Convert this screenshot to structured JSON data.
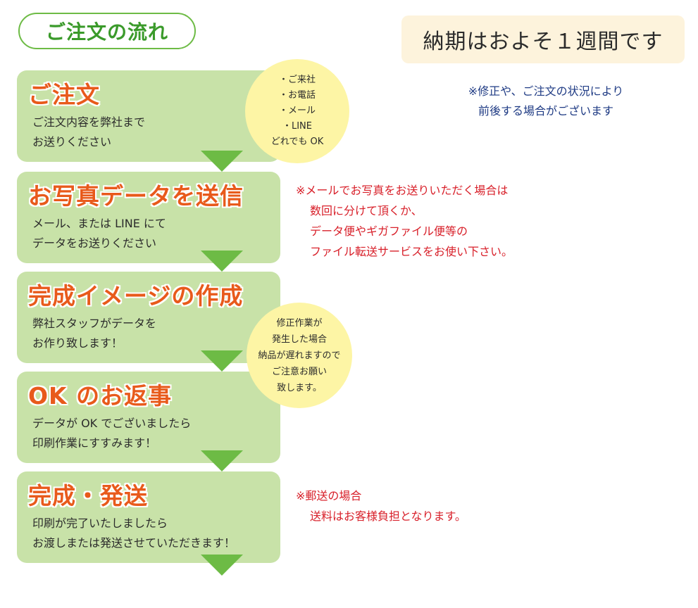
{
  "header": {
    "title": "ご注文の流れ"
  },
  "delivery": {
    "headline": "納期はおよそ１週間です",
    "note_lines": [
      "※修正や、ご注文の状況により",
      "前後する場合がございます"
    ]
  },
  "steps": [
    {
      "title": "ご注文",
      "desc_lines": [
        "ご注文内容を弊社まで",
        "お送りください"
      ]
    },
    {
      "title": "お写真データを送信",
      "desc_lines": [
        "メール、または LINE にて",
        "データをお送りください"
      ]
    },
    {
      "title": "完成イメージの作成",
      "desc_lines": [
        "弊社スタッフがデータを",
        "お作り致します！"
      ]
    },
    {
      "title": "OK のお返事",
      "desc_lines": [
        "データが OK でございましたら",
        "印刷作業にすすみます！"
      ]
    },
    {
      "title": "完成・発送",
      "desc_lines": [
        "印刷が完了いたしましたら",
        "お渡しまたは発送させていただきます！"
      ]
    }
  ],
  "circles": {
    "contact_methods": [
      "・ご来社",
      "・お電話",
      "・メール",
      "・LINE",
      "どれでも OK"
    ],
    "revision_note": [
      "修正作業が",
      "発生した場合",
      "納品が遅れますので",
      "ご注意お願い",
      "致します。"
    ]
  },
  "notes": {
    "photo_send": [
      "※メールでお写真をお送りいただく場合は",
      "数回に分けて頂くか、",
      "データ便やギガファイル便等の",
      "ファイル転送サービスをお使い下さい。"
    ],
    "shipping": [
      "※郵送の場合",
      "送料はお客様負担となります。"
    ]
  },
  "colors": {
    "step_bg": "#c8e2a8",
    "arrow": "#6dbb45",
    "title_orange": "#e85a1b",
    "circle_yellow": "#fdf5a5",
    "note_red": "#d8202a",
    "note_blue": "#1f3b84"
  }
}
